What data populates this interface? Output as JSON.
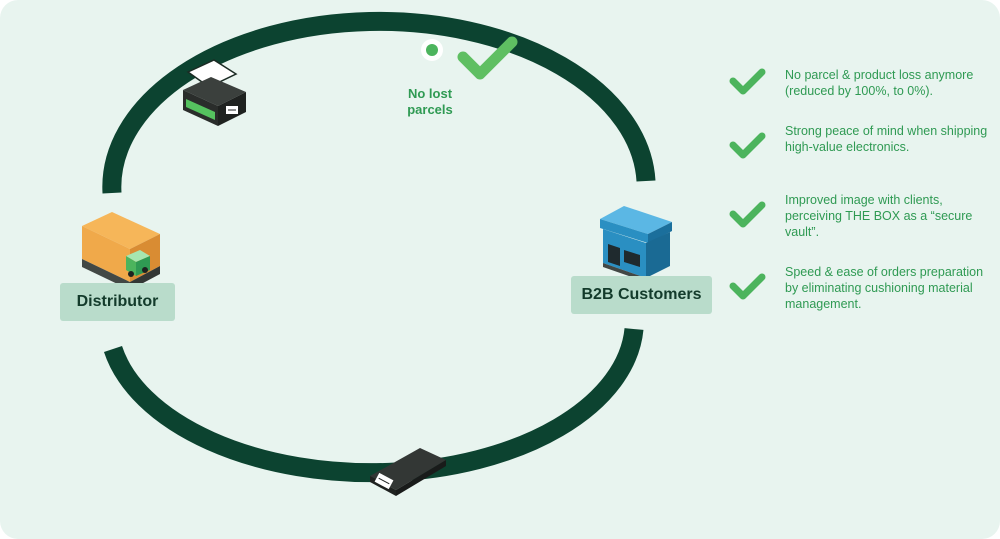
{
  "diagram": {
    "nodes": {
      "distributor": {
        "label": "Distributor"
      },
      "b2b_customers": {
        "label": "B2B Customers"
      }
    },
    "status": {
      "label": "No lost parcels"
    },
    "benefits": [
      {
        "text": "No parcel & product loss anymore (reduced by 100%, to 0%)."
      },
      {
        "text": "Strong peace of mind when shipping high-value electronics."
      },
      {
        "text": "Improved image with clients, perceiving THE BOX as a “secure vault”."
      },
      {
        "text": "Speed & ease of orders preparation by eliminating cushioning material management."
      }
    ]
  },
  "colors": {
    "background": "#e8f4ef",
    "cycle": "#0c4330",
    "accent_green": "#2f9a53",
    "check_green": "#4cb45d",
    "label_bg": "#b9dccb",
    "warehouse_orange": "#f0a94a",
    "shop_blue": "#2a8fc2"
  },
  "icons": [
    "warehouse-icon",
    "shop-icon",
    "box-icon",
    "checkmark-icon"
  ]
}
